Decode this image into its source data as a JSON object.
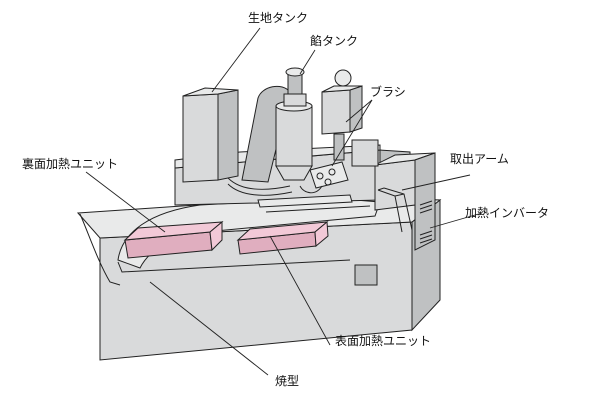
{
  "labels": {
    "dough_tank": "生地タンク",
    "lead_tank": "餡タンク",
    "brush": "ブラシ",
    "back_heating_unit": "裏面加熱ユニット",
    "take_out_arm": "取出アーム",
    "heating_inverter": "加熱インバータ",
    "front_heating_unit": "表面加熱ユニット",
    "baking_mold": "焼型"
  },
  "colors": {
    "machine_body": "#d9dadb",
    "machine_top": "#e9eaea",
    "heating_unit": "#f2c9d7",
    "line": "#222222"
  }
}
